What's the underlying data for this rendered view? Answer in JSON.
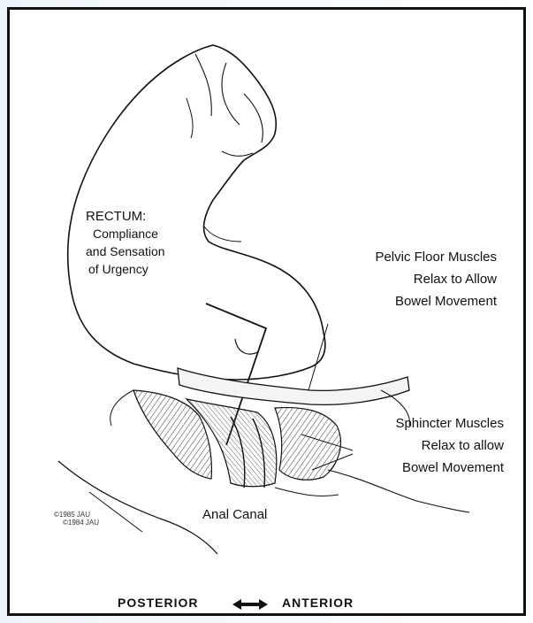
{
  "labels": {
    "rectum_title": "RECTUM:",
    "rectum_line1": "Compliance",
    "rectum_line2": "and Sensation",
    "rectum_line3": "of Urgency",
    "pelvic_line1": "Pelvic Floor Muscles",
    "pelvic_line2": "Relax to Allow",
    "pelvic_line3": "Bowel Movement",
    "sphincter_line1": "Sphincter Muscles",
    "sphincter_line2": "Relax to allow",
    "sphincter_line3": "Bowel Movement",
    "anal_canal": "Anal Canal"
  },
  "footer": {
    "posterior": "POSTERIOR",
    "anterior": "ANTERIOR",
    "arrow_icon": "double-arrow-icon"
  },
  "signature": {
    "line1": "©1985 JAU",
    "line2": "©1984 JAU"
  },
  "colors": {
    "ink": "#111111",
    "frame_border": "#111111",
    "background_tint": "#eef5fa"
  }
}
